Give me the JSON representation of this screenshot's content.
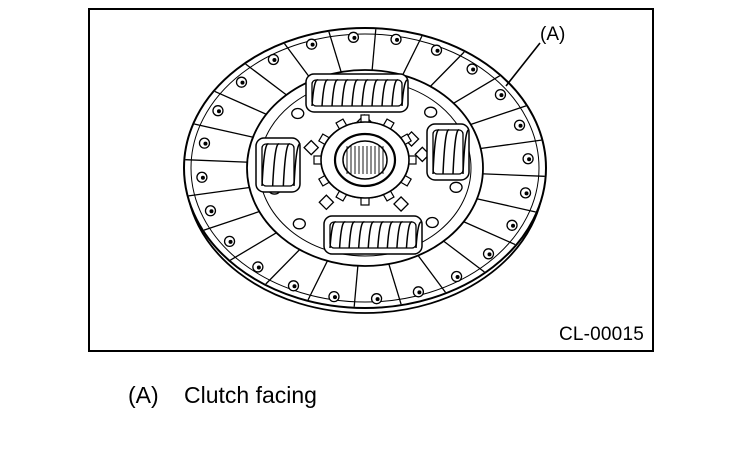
{
  "figure": {
    "callout_label": "(A)",
    "figure_code": "CL-00015",
    "subject_icon": "clutch-disc-diagram"
  },
  "legend": {
    "items": [
      {
        "key": "(A)",
        "text": "Clutch facing"
      }
    ]
  }
}
